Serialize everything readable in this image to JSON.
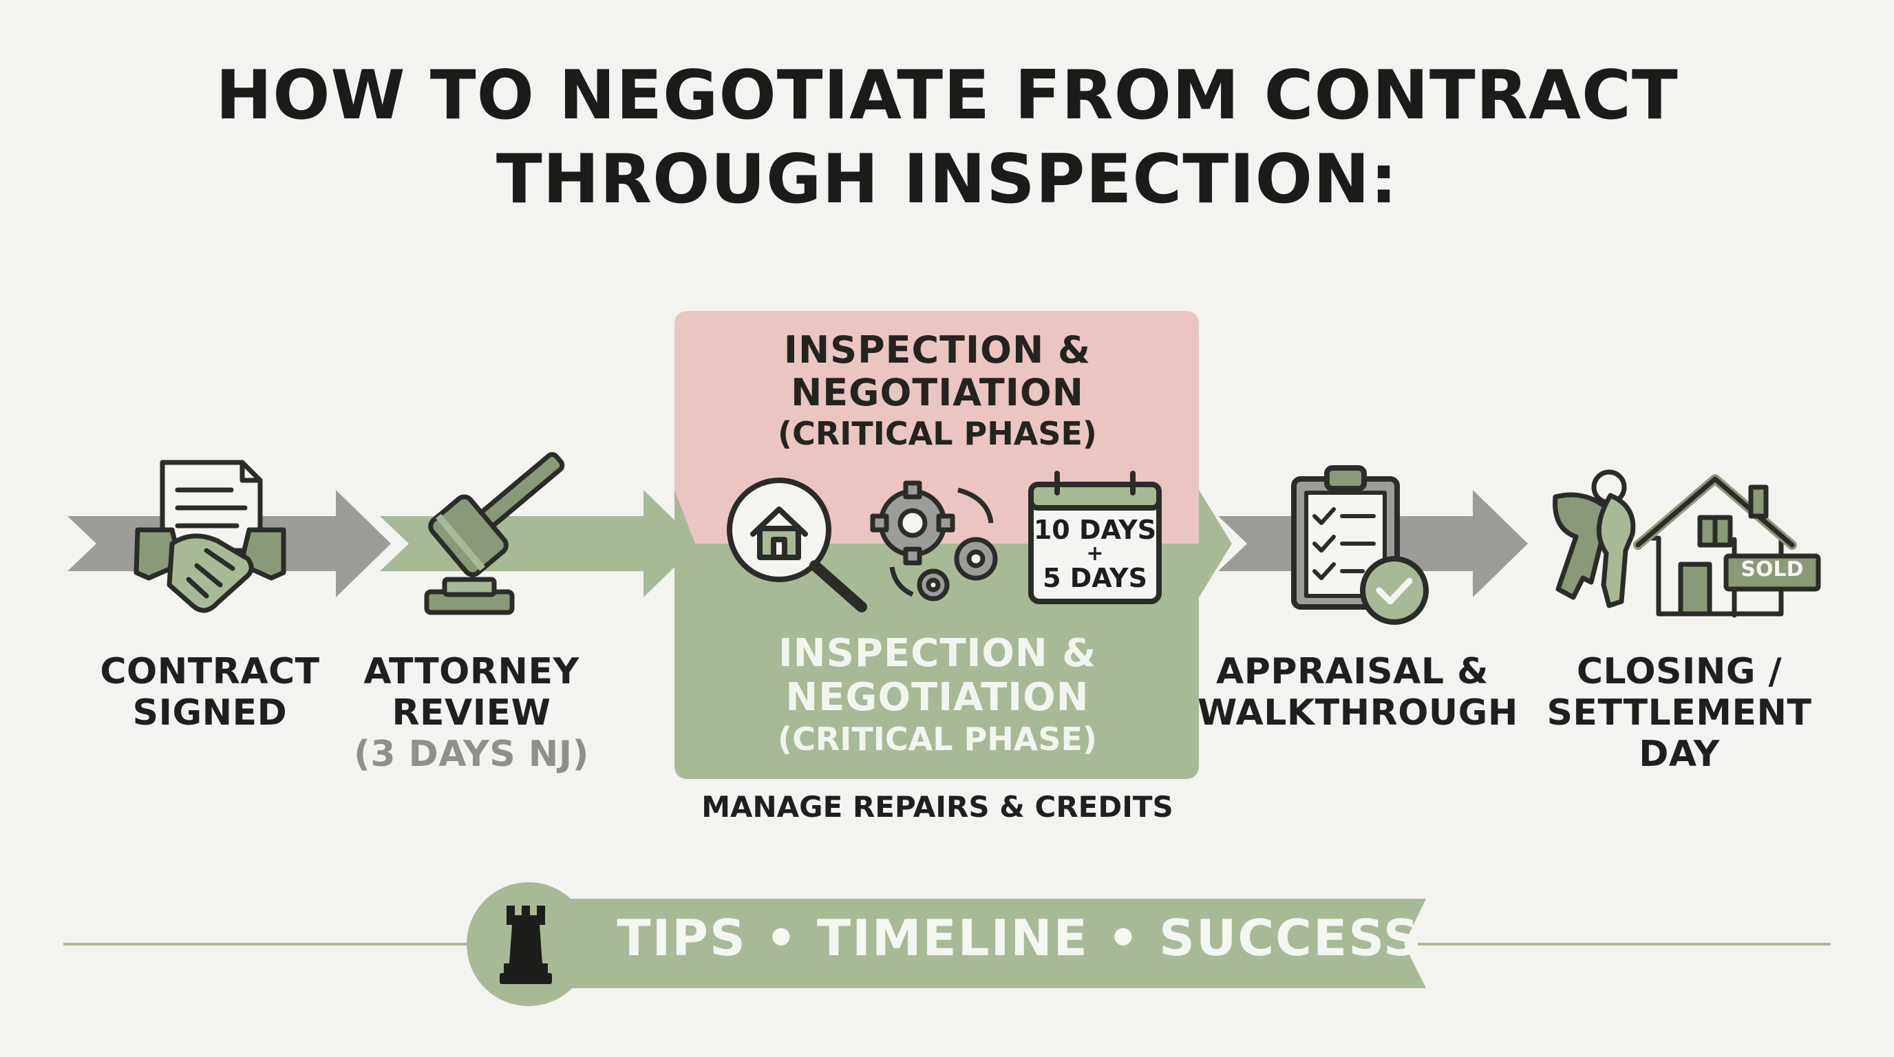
{
  "title": {
    "line1": "HOW TO NEGOTIATE FROM CONTRACT",
    "line2": "THROUGH INSPECTION:"
  },
  "steps": [
    {
      "line1": "CONTRACT",
      "line2": "SIGNED",
      "icon": "handshake-contract-icon"
    },
    {
      "line1": "ATTORNEY",
      "line2": "REVIEW",
      "sub": "(3 DAYS NJ)",
      "icon": "gavel-icon"
    },
    {
      "line1": "APPRAISAL &",
      "line2": "WALKTHROUGH",
      "icon": "clipboard-check-icon"
    },
    {
      "line1": "CLOSING /",
      "line2": "SETTLEMENT",
      "line3": "DAY",
      "icon": "keys-house-icon"
    }
  ],
  "phase": {
    "top_title": "INSPECTION &",
    "top_title2": "NEGOTIATION",
    "top_sub": "(CRITICAL PHASE)",
    "bottom_title": "INSPECTION &",
    "bottom_title2": "NEGOTIATION",
    "bottom_sub": "(CRITICAL PHASE)",
    "calendar_line1": "10 DAYS",
    "calendar_plus": "+",
    "calendar_line2": "5 DAYS",
    "caption": "MANAGE REPAIRS & CREDITS"
  },
  "sign_text": "SOLD",
  "banner": {
    "text": "TIPS • TIMELINE • SUCCESS",
    "icon": "chess-rook-icon"
  },
  "colors": {
    "sage": "#a8b996",
    "sage_dark": "#8fa37d",
    "pink": "#eac5c1",
    "gray_arrow": "#9c9c98",
    "ink": "#2b2b28",
    "icon_green": "#8a9a78",
    "background": "#f3f3f0"
  }
}
